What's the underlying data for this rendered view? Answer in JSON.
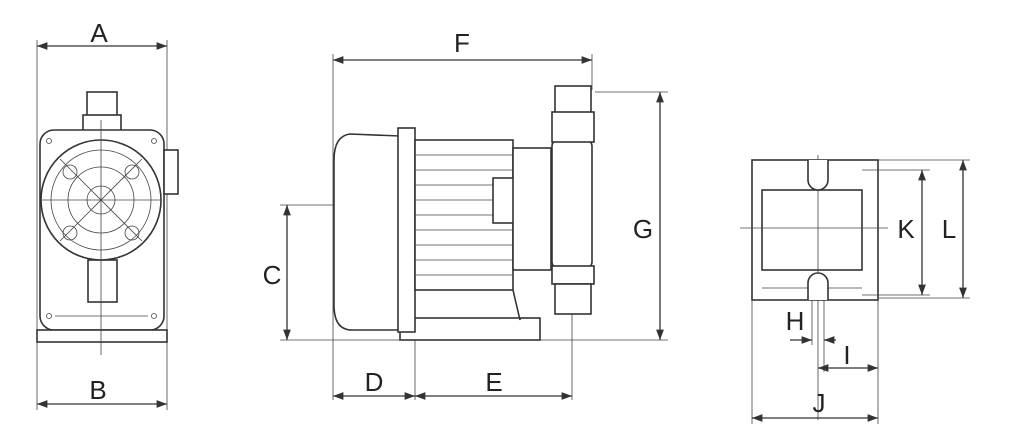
{
  "title": "Pump dimension drawing",
  "dimensions": {
    "A": "A",
    "B": "B",
    "C": "C",
    "D": "D",
    "E": "E",
    "F": "F",
    "G": "G",
    "H": "H",
    "I": "I",
    "J": "J",
    "K": "K",
    "L": "L"
  },
  "colors": {
    "line": "#333333",
    "background": "#ffffff"
  }
}
